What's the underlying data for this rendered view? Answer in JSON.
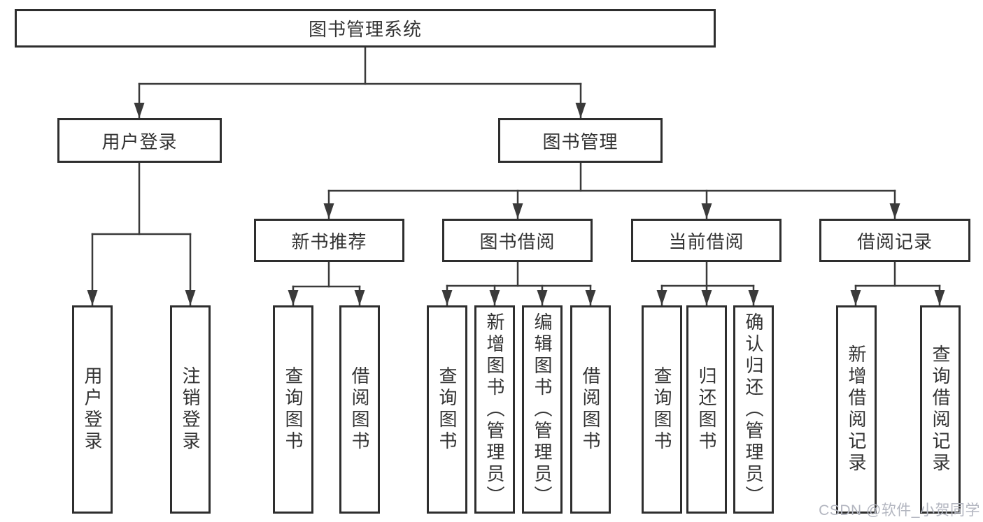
{
  "colors": {
    "line": "#3a3a3a",
    "border": "#2e2e2e",
    "text": "#333333",
    "bg": "#ffffff",
    "watermark": "#b3b6c0"
  },
  "watermark": {
    "text": "CSDN @软件_小贺同学"
  },
  "tree": {
    "root": {
      "label": "图书管理系统"
    },
    "branches": [
      {
        "label": "用户登录",
        "children": [
          {
            "label": "用户登录"
          },
          {
            "label": "注销登录"
          }
        ]
      },
      {
        "label": "图书管理",
        "children": [
          {
            "label": "新书推荐",
            "children": [
              {
                "label": "查询图书"
              },
              {
                "label": "借阅图书"
              }
            ]
          },
          {
            "label": "图书借阅",
            "children": [
              {
                "label": "查询图书"
              },
              {
                "label": "新增图书（管理员）"
              },
              {
                "label": "编辑图书（管理员）"
              },
              {
                "label": "借阅图书"
              }
            ]
          },
          {
            "label": "当前借阅",
            "children": [
              {
                "label": "查询图书"
              },
              {
                "label": "归还图书"
              },
              {
                "label": "确认归还（管理员）"
              }
            ]
          },
          {
            "label": "借阅记录",
            "children": [
              {
                "label": "新增借阅记录"
              },
              {
                "label": "查询借阅记录"
              }
            ]
          }
        ]
      }
    ]
  }
}
